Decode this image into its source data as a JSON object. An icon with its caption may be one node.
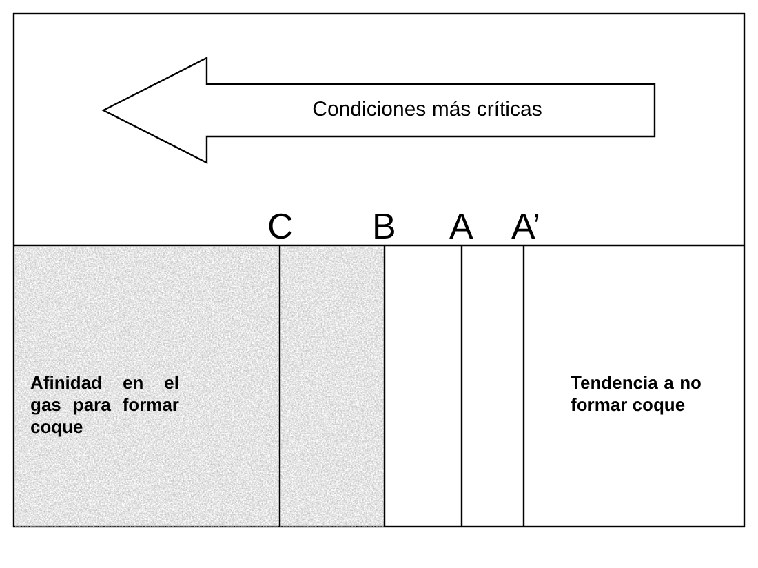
{
  "diagram": {
    "nodes": [
      {
        "text": [
          "Condiciones más críticas"
        ]
      },
      {
        "text": [
          "Afinidad en el gas para formar coque"
        ]
      },
      {
        "text": [
          "Tendencia a no formar coque"
        ]
      }
    ],
    "labels": [
      "C",
      "B",
      "A",
      "A’"
    ]
  }
}
